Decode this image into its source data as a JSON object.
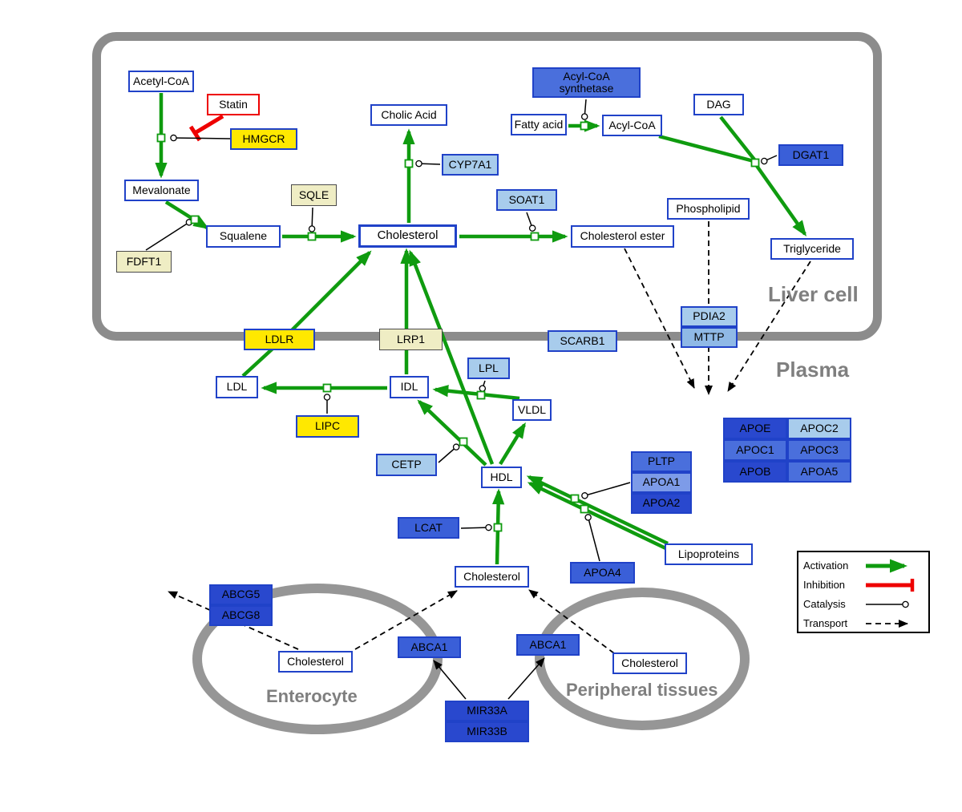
{
  "regions": {
    "liver_cell": "Liver cell",
    "plasma": "Plasma",
    "enterocyte": "Enterocyte",
    "peripheral_tissues": "Peripheral tissues"
  },
  "nodes": {
    "acetyl_coa": {
      "label": "Acetyl-CoA"
    },
    "statin": {
      "label": "Statin"
    },
    "hmgcr": {
      "label": "HMGCR"
    },
    "mevalonate": {
      "label": "Mevalonate"
    },
    "sqle": {
      "label": "SQLE"
    },
    "fdft1": {
      "label": "FDFT1"
    },
    "squalene": {
      "label": "Squalene"
    },
    "cholic_acid": {
      "label": "Cholic Acid"
    },
    "cyp7a1": {
      "label": "CYP7A1"
    },
    "cholesterol_liver": {
      "label": "Cholesterol"
    },
    "soat1": {
      "label": "SOAT1"
    },
    "cholesterol_ester": {
      "label": "Cholesterol ester"
    },
    "acyl_coa_synthetase": {
      "label": "Acyl-CoA synthetase"
    },
    "fatty_acid": {
      "label": "Fatty acid"
    },
    "acyl_coa": {
      "label": "Acyl-CoA"
    },
    "dag": {
      "label": "DAG"
    },
    "dgat1": {
      "label": "DGAT1"
    },
    "phospholipid": {
      "label": "Phospholipid"
    },
    "triglyceride": {
      "label": "Triglyceride"
    },
    "ldlr": {
      "label": "LDLR"
    },
    "lrp1": {
      "label": "LRP1"
    },
    "scarb1": {
      "label": "SCARB1"
    },
    "pdia2": {
      "label": "PDIA2"
    },
    "mttp": {
      "label": "MTTP"
    },
    "ldl": {
      "label": "LDL"
    },
    "idl": {
      "label": "IDL"
    },
    "lipc": {
      "label": "LIPC"
    },
    "lpl": {
      "label": "LPL"
    },
    "vldl": {
      "label": "VLDL"
    },
    "cetp": {
      "label": "CETP"
    },
    "hdl": {
      "label": "HDL"
    },
    "lcat": {
      "label": "LCAT"
    },
    "pltp": {
      "label": "PLTP"
    },
    "apoa1": {
      "label": "APOA1"
    },
    "apoa2": {
      "label": "APOA2"
    },
    "apoe": {
      "label": "APOE"
    },
    "apoc2": {
      "label": "APOC2"
    },
    "apoc1": {
      "label": "APOC1"
    },
    "apoc3": {
      "label": "APOC3"
    },
    "apob": {
      "label": "APOB"
    },
    "apoa5": {
      "label": "APOA5"
    },
    "apoa4": {
      "label": "APOA4"
    },
    "lipoproteins": {
      "label": "Lipoproteins"
    },
    "cholesterol_plasma": {
      "label": "Cholesterol"
    },
    "abcg5": {
      "label": "ABCG5"
    },
    "abcg8": {
      "label": "ABCG8"
    },
    "cholesterol_enterocyte": {
      "label": "Cholesterol"
    },
    "abca1_left": {
      "label": "ABCA1"
    },
    "abca1_right": {
      "label": "ABCA1"
    },
    "cholesterol_peripheral": {
      "label": "Cholesterol"
    },
    "mir33a": {
      "label": "MIR33A"
    },
    "mir33b": {
      "label": "MIR33B"
    }
  },
  "legend": {
    "activation": "Activation",
    "inhibition": "Inhibition",
    "catalysis": "Catalysis",
    "transport": "Transport"
  },
  "colors": {
    "activation_green": "#0F9B0F",
    "inhibition_red": "#EE0000",
    "node_border_blue": "#2042C8",
    "membrane_gray": "#8C8C8C",
    "yellow": "#FFE800",
    "pale_yellow": "#EFEDC4",
    "light_blue": "#A8CCEC",
    "medium_blue": "#4A6FDC",
    "dark_blue": "#2948CE"
  }
}
